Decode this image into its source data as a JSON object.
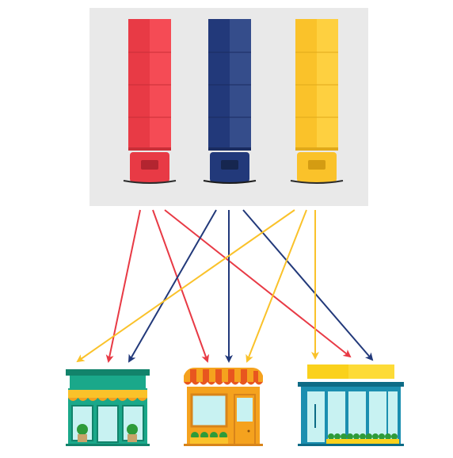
{
  "colors": {
    "panel": "#e9e9e9",
    "red": "#e83a45",
    "red_light": "#ff5a62",
    "blue": "#22397a",
    "blue_light": "#3d5593",
    "yellow": "#fac22a",
    "yellow_light": "#ffd54a",
    "teal": "#1aa88a",
    "teal_dark": "#12836b",
    "glass": "#c8f2f2",
    "orange": "#f5a21e",
    "awning_stripe": "#e8561f",
    "store3_frame": "#1b8fb0",
    "store3_dark": "#0d6b86",
    "plant_green": "#2e9b3a",
    "pot": "#c8a36a"
  },
  "trucks": [
    {
      "icon": "red-truck-icon",
      "color": "red"
    },
    {
      "icon": "blue-truck-icon",
      "color": "blue"
    },
    {
      "icon": "yellow-truck-icon",
      "color": "yellow"
    }
  ],
  "stores": [
    {
      "icon": "green-storefront-icon"
    },
    {
      "icon": "orange-storefront-icon"
    },
    {
      "icon": "blue-storefront-icon"
    }
  ],
  "routes": [
    {
      "from": "red-truck",
      "to": "green-store",
      "color": "red"
    },
    {
      "from": "red-truck",
      "to": "orange-store",
      "color": "red"
    },
    {
      "from": "red-truck",
      "to": "blue-store",
      "color": "red"
    },
    {
      "from": "blue-truck",
      "to": "green-store",
      "color": "blue"
    },
    {
      "from": "blue-truck",
      "to": "orange-store",
      "color": "blue"
    },
    {
      "from": "blue-truck",
      "to": "blue-store",
      "color": "blue"
    },
    {
      "from": "yellow-truck",
      "to": "green-store",
      "color": "yellow"
    },
    {
      "from": "yellow-truck",
      "to": "orange-store",
      "color": "yellow"
    },
    {
      "from": "yellow-truck",
      "to": "blue-store",
      "color": "yellow"
    }
  ]
}
